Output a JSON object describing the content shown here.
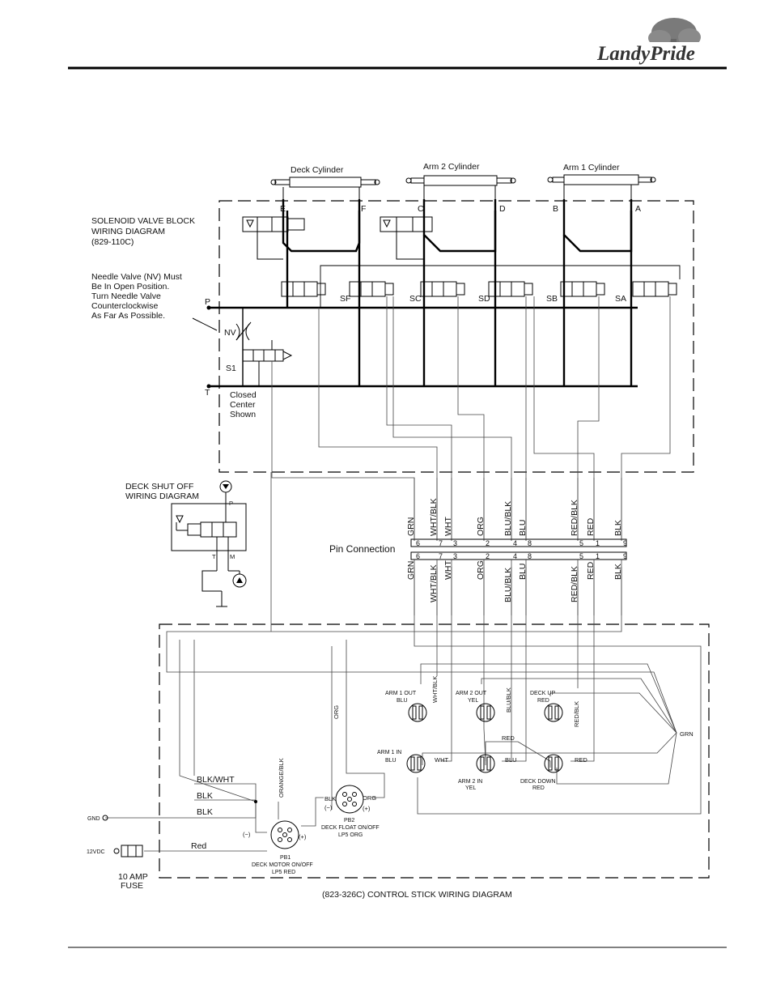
{
  "brand": {
    "logo_text": "LandyPride"
  },
  "cylinders": {
    "deck": {
      "title": "Deck Cylinder",
      "port_a": "E",
      "port_b": "F"
    },
    "arm2": {
      "title": "Arm 2 Cylinder",
      "port_a": "C",
      "port_b": "D"
    },
    "arm1": {
      "title": "Arm 1 Cylinder",
      "port_a": "B",
      "port_b": "A"
    }
  },
  "valve_block": {
    "title_lines": [
      "SOLENOID VALVE BLOCK",
      "WIRING DIAGRAM",
      "(829-110C)"
    ],
    "needle_note": [
      "Needle Valve (NV) Must",
      "Be In Open Position.",
      "Turn Needle Valve",
      "Counterclockwise",
      "As Far As Possible."
    ],
    "closed_center": [
      "Closed",
      "Center",
      "Shown"
    ],
    "port_p": "P",
    "port_t": "T",
    "needle_valve": "NV",
    "solenoid_s1": "S1",
    "valves": [
      "SF",
      "SC",
      "SD",
      "SB",
      "SA"
    ]
  },
  "deck_shutoff": {
    "title_lines": [
      "DECK SHUT OFF",
      "WIRING DIAGRAM"
    ],
    "port_p": "P",
    "port_t": "T",
    "port_m": "M"
  },
  "pin_connection": {
    "label": "Pin Connection",
    "wires": [
      {
        "color_name": "GRN",
        "pin": "6"
      },
      {
        "color_name": "WHT/BLK",
        "pin": "7"
      },
      {
        "color_name": "WHT",
        "pin": "3"
      },
      {
        "color_name": "ORG",
        "pin": "2"
      },
      {
        "color_name": "BLU/BLK",
        "pin": "4"
      },
      {
        "color_name": "BLU",
        "pin": "8"
      },
      {
        "color_name": "RED/BLK",
        "pin": "5"
      },
      {
        "color_name": "RED",
        "pin": "1"
      },
      {
        "color_name": "BLK",
        "pin": "9"
      }
    ]
  },
  "control_stick": {
    "caption": "(823-326C)  CONTROL STICK WIRING DIAGRAM",
    "buttons": {
      "arm1_out": {
        "lines": [
          "ARM 1 OUT",
          "BLU"
        ],
        "wire": "WHT/BLK"
      },
      "arm2_out": {
        "lines": [
          "ARM 2 OUT",
          "YEL"
        ],
        "wire": "BLU/BLK"
      },
      "deck_up": {
        "lines": [
          "DECK UP",
          "RED"
        ],
        "wire": "RED/BLK"
      },
      "arm1_in": {
        "lines": [
          "ARM 1 IN",
          "BLU"
        ],
        "wire": "WHT"
      },
      "arm2_in": {
        "lines": [
          "ARM 2 IN",
          "YEL"
        ],
        "wire": "BLU"
      },
      "deck_down": {
        "lines": [
          "DECK DOWN",
          "RED"
        ],
        "wire": "RED"
      }
    },
    "red_wire_mid": "RED",
    "grn_label": "GRN",
    "org_label": "ORG",
    "orange_blk_label": "ORANGE/BLK",
    "wire_labels": {
      "blk_wht": "BLK/WHT",
      "blk1": "BLK",
      "blk2": "BLK",
      "red": "Red"
    },
    "gnd": "GND",
    "v12": "12VDC",
    "fuse": [
      "10 AMP",
      "FUSE"
    ],
    "pb1": {
      "lines": [
        "PB1",
        "DECK MOTOR ON/OFF",
        "LP5 RED"
      ],
      "minus": "(−)",
      "plus": "(+)"
    },
    "pb2": {
      "lines": [
        "PB2",
        "DECK FLOAT ON/OFF",
        "LP5 ORG"
      ],
      "minus": "(−)",
      "plus": "(+)",
      "blk": "BLK",
      "org": "ORG"
    }
  }
}
